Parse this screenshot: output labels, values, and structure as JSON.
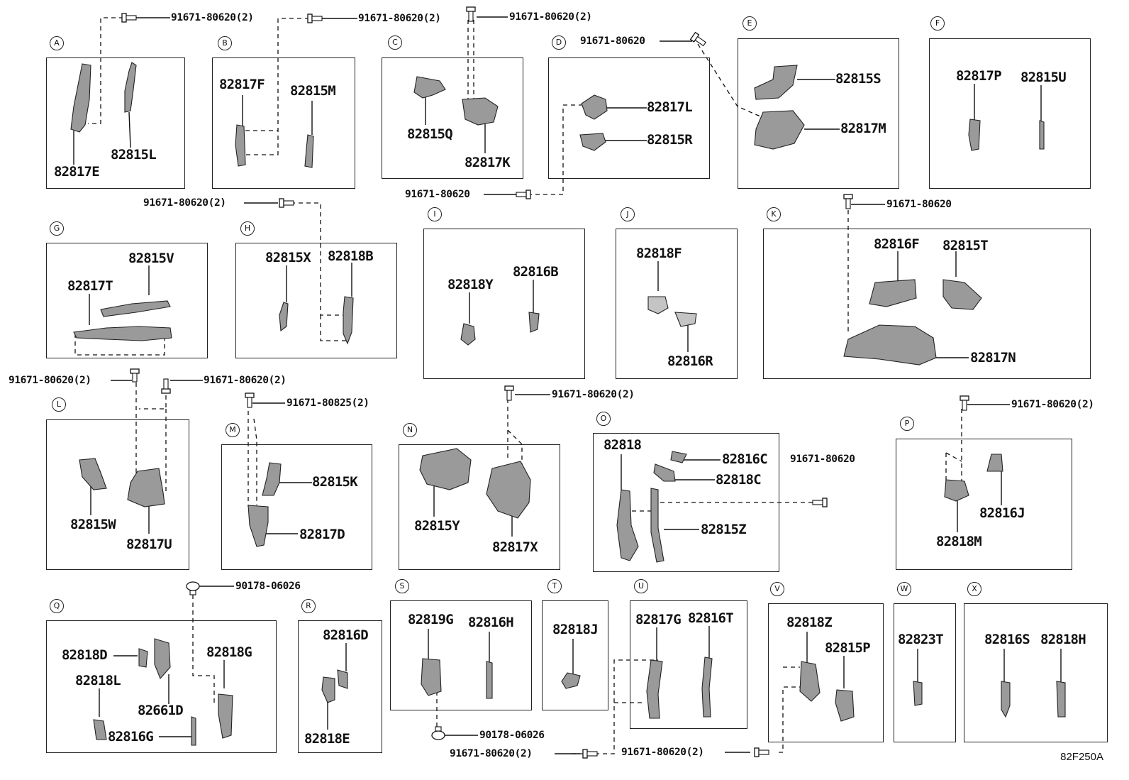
{
  "reference_code": "82F250A",
  "callouts": [
    "A",
    "B",
    "C",
    "D",
    "E",
    "F",
    "G",
    "H",
    "I",
    "J",
    "K",
    "L",
    "M",
    "N",
    "O",
    "P",
    "Q",
    "R",
    "S",
    "T",
    "U",
    "V",
    "W",
    "X"
  ],
  "parts": {
    "p82817E": "82817E",
    "p82815L": "82815L",
    "p82817F": "82817F",
    "p82815M": "82815M",
    "p82815Q": "82815Q",
    "p82817K": "82817K",
    "p82817L": "82817L",
    "p82815R": "82815R",
    "p82815S": "82815S",
    "p82817M": "82817M",
    "p82817P": "82817P",
    "p82815U": "82815U",
    "p82815V": "82815V",
    "p82817T": "82817T",
    "p82815X": "82815X",
    "p82818B": "82818B",
    "p82818Y": "82818Y",
    "p82816B": "82816B",
    "p82818F": "82818F",
    "p82816R": "82816R",
    "p82816F": "82816F",
    "p82815T": "82815T",
    "p82817N": "82817N",
    "p82815W": "82815W",
    "p82817U": "82817U",
    "p82815K": "82815K",
    "p82817D": "82817D",
    "p82815Y": "82815Y",
    "p82817X": "82817X",
    "p82818": "82818",
    "p82816C": "82816C",
    "p82818C": "82818C",
    "p82815Z": "82815Z",
    "p82816J": "82816J",
    "p82818M": "82818M",
    "p82818D": "82818D",
    "p82818G": "82818G",
    "p82818L": "82818L",
    "p82661D": "82661D",
    "p82816G": "82816G",
    "p82816D": "82816D",
    "p82818E": "82818E",
    "p82819G": "82819G",
    "p82816H": "82816H",
    "p82818J": "82818J",
    "p82817G": "82817G",
    "p82816T": "82816T",
    "p82818Z": "82818Z",
    "p82815P": "82815P",
    "p82823T": "82823T",
    "p82816S": "82816S",
    "p82818H": "82818H"
  },
  "fasteners": {
    "f_a": "91671-80620(2)",
    "f_b": "91671-80620(2)",
    "f_c": "91671-80620(2)",
    "f_d": "91671-80620",
    "f_d2": "91671-80620",
    "f_gh": "91671-80620(2)",
    "f_k": "91671-80620",
    "f_l1": "91671-80620(2)",
    "f_l2": "91671-80620(2)",
    "f_m": "91671-80825(2)",
    "f_n": "91671-80620(2)",
    "f_o": "91671-80620",
    "f_p": "91671-80620(2)",
    "f_q": "90178-06026",
    "f_s": "90178-06026",
    "f_su": "91671-80620(2)",
    "f_uv": "91671-80620(2)"
  }
}
